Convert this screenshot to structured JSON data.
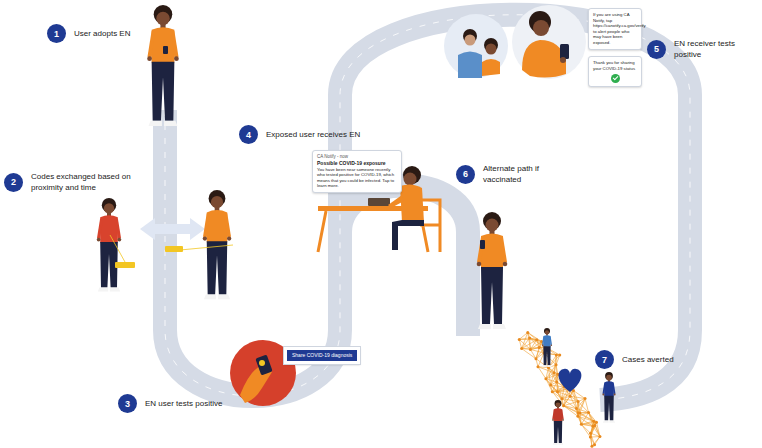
{
  "diagram": {
    "nodes": [
      {
        "text": [
          "1",
          "User adopts EN"
        ]
      },
      {
        "text": [
          "2",
          "Codes exchanged based on proximity and time"
        ]
      },
      {
        "text": [
          "3",
          "EN user tests positive"
        ]
      },
      {
        "text": [
          "Share COVID-19 diagnosis"
        ]
      },
      {
        "text": [
          "4",
          "Exposed user receives EN"
        ]
      },
      {
        "text": [
          "CA Notify - now",
          "Possible COVID-19 exposure",
          "You have been near someone recently who tested positive for COVID-19, which means that you could be infected. Tap to learn more."
        ]
      },
      {
        "text": [
          "5",
          "EN receiver tests positive"
        ]
      },
      {
        "text": [
          "If you are using CA Notify, tap https://canotify.ca.gov/verify to alert people who may have been exposed."
        ]
      },
      {
        "text": [
          "Thank you for sharing your COVID-19 status"
        ]
      },
      {
        "text": [
          "6",
          "Alternate path if vaccinated"
        ]
      },
      {
        "text": [
          "7",
          "Cases averted"
        ]
      }
    ]
  }
}
